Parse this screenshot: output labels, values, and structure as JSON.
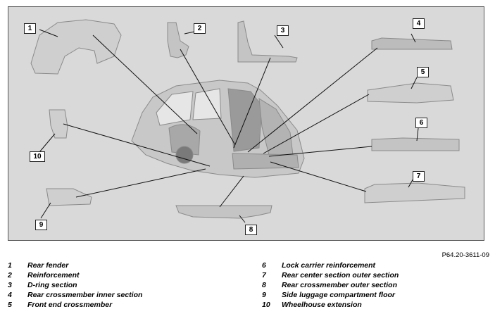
{
  "callouts": [
    "1",
    "2",
    "3",
    "4",
    "5",
    "6",
    "7",
    "8",
    "9",
    "10"
  ],
  "reference": "P64.20-3611-09",
  "legend_left": [
    {
      "num": "1",
      "label": "Rear fender"
    },
    {
      "num": "2",
      "label": "Reinforcement"
    },
    {
      "num": "3",
      "label": "D-ring section"
    },
    {
      "num": "4",
      "label": "Rear crossmember inner section"
    },
    {
      "num": "5",
      "label": "Front end crossmember"
    }
  ],
  "legend_right": [
    {
      "num": "6",
      "label": "Lock carrier reinforcement"
    },
    {
      "num": "7",
      "label": "Rear center section outer section"
    },
    {
      "num": "8",
      "label": "Rear crossmember outer section"
    },
    {
      "num": "9",
      "label": "Side luggage compartment floor"
    },
    {
      "num": "10",
      "label": "Wheelhouse extension"
    }
  ],
  "colors": {
    "background": "#d9d9d9",
    "part": "#c9c9c9",
    "line": "#111111"
  }
}
